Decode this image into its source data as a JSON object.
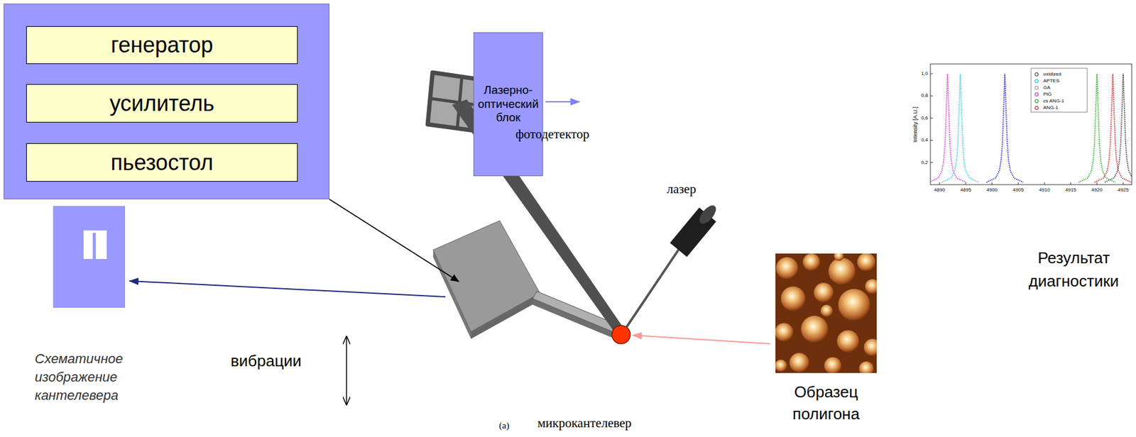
{
  "diagram": {
    "nodes": [
      {
        "text": []
      },
      {
        "text": [
          "генератор"
        ],
        "in": 0
      },
      {
        "text": [
          "усилитель"
        ],
        "in": 0
      },
      {
        "text": [
          "пьезостол"
        ],
        "in": 0
      },
      {
        "text": [
          "Лазерно-оптический блок"
        ]
      },
      {
        "text": [
          "Схематичное изображение кантелевера"
        ]
      }
    ],
    "labels": [
      "фотодетектор",
      "лазер",
      "вибрации",
      "(a)",
      "микрокантелевер",
      "Образец полигона",
      "Результат диагностики",
      "Intensity [A.U.]",
      "1,0",
      "0,8",
      "0,6",
      "0,4",
      "0,2",
      "4890",
      "4895",
      "4900",
      "4905",
      "4910",
      "4915",
      "4920",
      "4925"
    ],
    "legend": [
      {
        "text": "oxidized"
      },
      {
        "text": "APTES"
      },
      {
        "text": "GA"
      },
      {
        "text": "PtG"
      },
      {
        "text": "cs ANG-1"
      },
      {
        "text": "ANG-1"
      }
    ]
  }
}
